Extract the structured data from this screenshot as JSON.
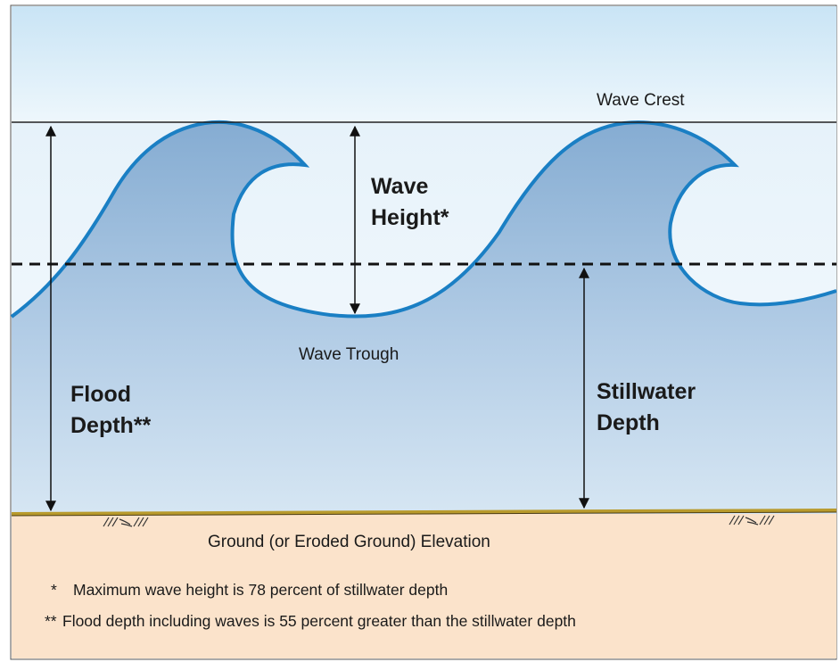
{
  "labels": {
    "wave_crest": "Wave Crest",
    "wave_height_line1": "Wave",
    "wave_height_line2": "Height*",
    "wave_trough": "Wave Trough",
    "flood_depth_line1": "Flood",
    "flood_depth_line2": "Depth**",
    "stillwater_depth_line1": "Stillwater",
    "stillwater_depth_line2": "Depth",
    "ground": "Ground (or Eroded Ground) Elevation"
  },
  "footnotes": {
    "note1_marker": "*",
    "note1_text": "Maximum wave height is 78 percent of stillwater depth",
    "note2_marker": "**",
    "note2_text": "Flood depth including waves is 55 percent greater than the stillwater depth"
  },
  "colors": {
    "sky_top": "#c9e4f5",
    "sky_bottom": "#eef7fc",
    "water_top": "#eaf4fb",
    "water_bottom": "#f7fbfe",
    "wave_fill_top": "#8fb3d6",
    "wave_fill_bottom": "#c4d8eb",
    "wave_outline": "#1a7fc4",
    "ground_fill": "#fbe3cb",
    "ground_line": "#b89a2c"
  }
}
